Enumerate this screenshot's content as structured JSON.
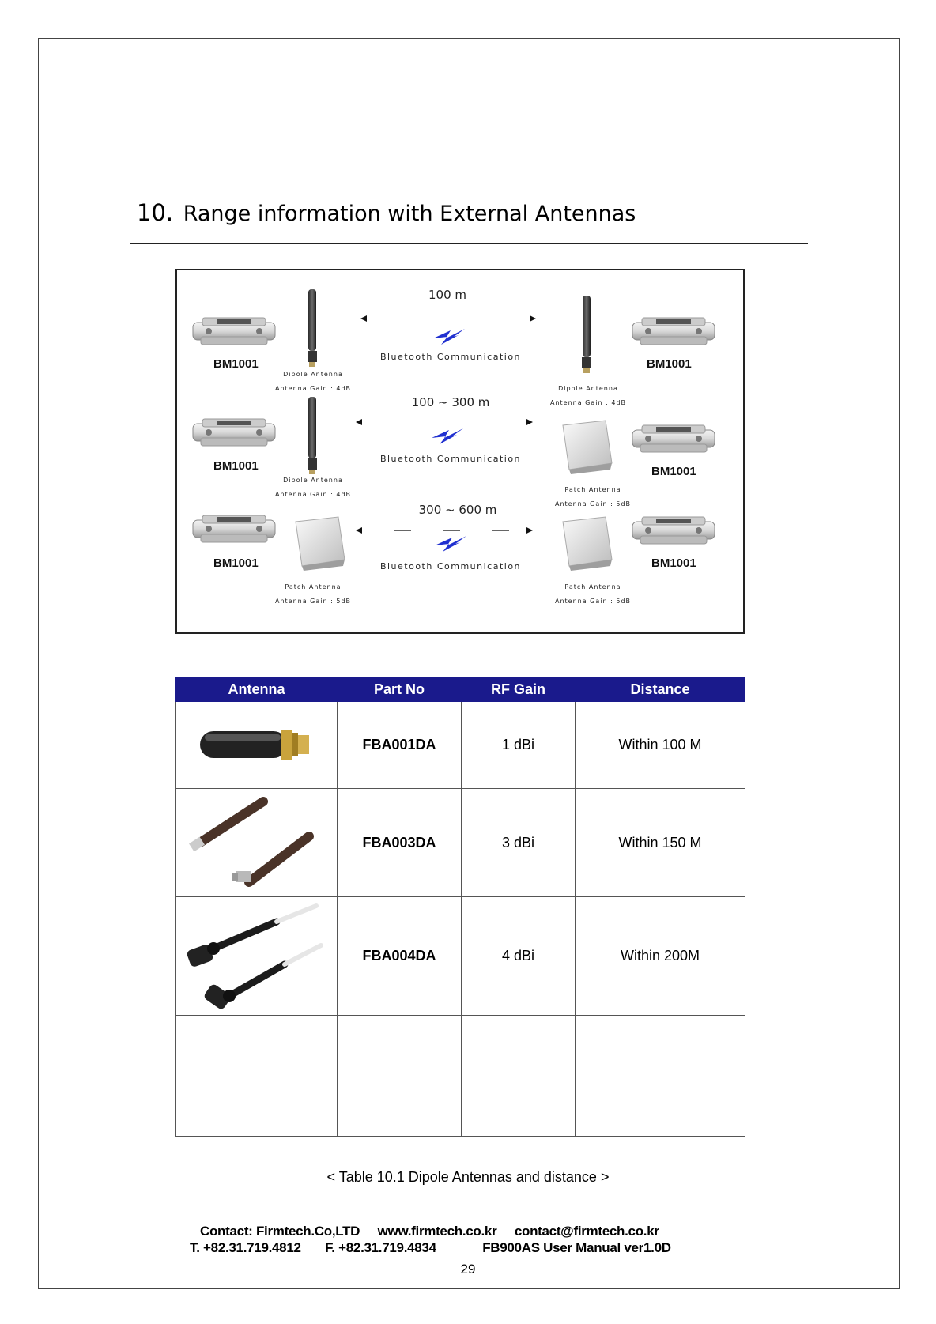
{
  "section": {
    "number": "10.",
    "title": "Range information with External Antennas"
  },
  "diagram": {
    "rows": [
      {
        "range": "100 m",
        "comm": "Bluetooth Communication",
        "left_model": "BM1001",
        "right_model": "BM1001",
        "left_ant": [
          "Dipole Antenna",
          "Antenna Gain : 4dB"
        ],
        "right_ant": [
          "Dipole Antenna",
          "Antenna Gain : 4dB"
        ]
      },
      {
        "range": "100 ~  300 m",
        "comm": "Bluetooth Communication",
        "left_model": "BM1001",
        "right_model": "BM1001",
        "left_ant": [
          "Dipole Antenna",
          "Antenna Gain : 4dB"
        ],
        "right_ant": [
          "Patch Antenna",
          "Antenna Gain : 5dB"
        ]
      },
      {
        "range": "300 ~  600 m",
        "comm": "Bluetooth Communication",
        "left_model": "BM1001",
        "right_model": "BM1001",
        "left_ant": [
          "Patch Antenna",
          "Antenna Gain : 5dB"
        ],
        "right_ant": [
          "Patch Antenna",
          "Antenna Gain : 5dB"
        ]
      }
    ]
  },
  "table": {
    "headers": [
      "Antenna",
      "Part No",
      "RF Gain",
      "Distance"
    ],
    "rows": [
      {
        "icon": "stubby-antenna-icon",
        "part": "FBA001DA",
        "gain": "1 dBi",
        "distance": "Within 100 M"
      },
      {
        "icon": "brown-swivel-antenna-icon",
        "part": "FBA003DA",
        "gain": "3 dBi",
        "distance": "Within 150 M"
      },
      {
        "icon": "black-swivel-antenna-icon",
        "part": "FBA004DA",
        "gain": "4 dBi",
        "distance": "Within 200M"
      },
      {
        "icon": "",
        "part": "",
        "gain": "",
        "distance": ""
      }
    ]
  },
  "caption": "< Table 10.1 Dipole Antennas and distance >",
  "footer": {
    "contact_label": "Contact: Firmtech.Co,LTD",
    "web": "www.firmtech.co.kr",
    "email": "contact@firmtech.co.kr",
    "tel": "T. +82.31.719.4812",
    "fax": "F. +82.31.719.4834",
    "manual": "FB900AS User Manual ver1.0D",
    "page": "29"
  }
}
